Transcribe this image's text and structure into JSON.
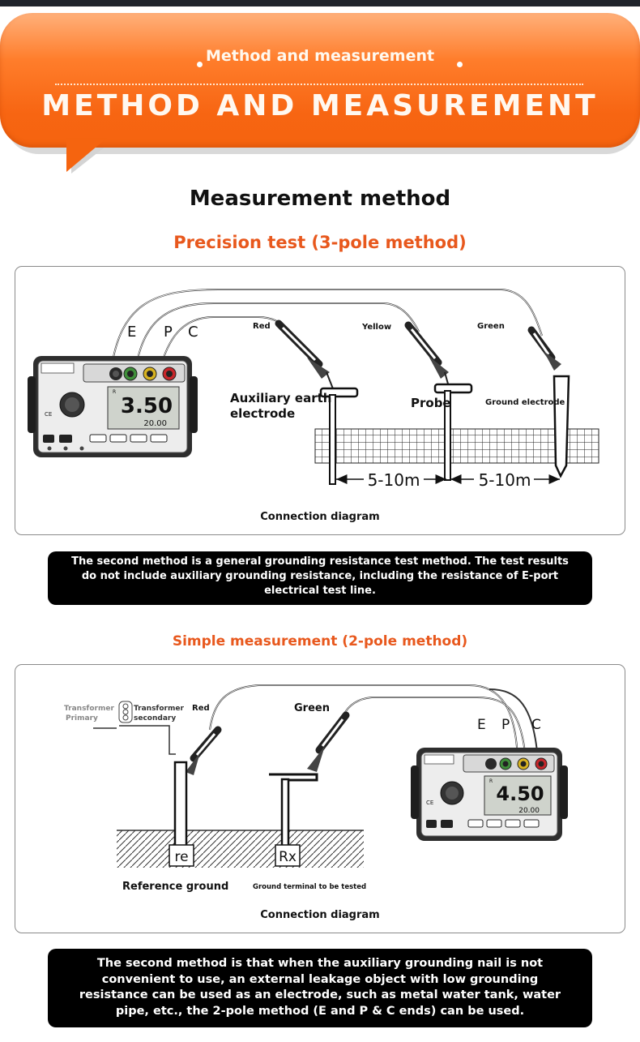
{
  "banner": {
    "subtitle": "Method and measurement",
    "title": "METHOD AND MEASUREMENT"
  },
  "heading": "Measurement method",
  "section1": {
    "title": "Precision test (3-pole method)",
    "terminals": {
      "e": "E",
      "p": "P",
      "c": "C"
    },
    "wires": {
      "red": "Red",
      "yellow": "Yellow",
      "green": "Green"
    },
    "aux_electrode": [
      "Auxiliary earth",
      "electrode"
    ],
    "probe": "Probe",
    "ground_electrode": "Ground electrode",
    "dist1": "5-10m",
    "dist2": "5-10m",
    "meter_reading": "3.50",
    "meter_sub": "20.00",
    "caption": "Connection diagram",
    "note": "The second method is a general grounding resistance test method. The test results do not include auxiliary grounding resistance, including the resistance of E-port electrical test line."
  },
  "section2": {
    "title": "Simple measurement (2-pole method)",
    "terminals": {
      "e": "E",
      "p": "P",
      "c": "C"
    },
    "transformer_primary": [
      "Transformer",
      "Primary"
    ],
    "transformer_secondary": [
      "Transformer",
      "secondary"
    ],
    "wires": {
      "red": "Red",
      "green": "Green"
    },
    "re_label": "re",
    "rx_label": "Rx",
    "reference_ground": "Reference ground",
    "ground_terminal": "Ground terminal to be tested",
    "meter_reading": "4.50",
    "meter_sub": "20.00",
    "caption": "Connection diagram",
    "note": "The second method is that when the auxiliary grounding nail is not convenient to use, an external leakage object with low grounding resistance can be used as an electrode, such as metal water tank, water pipe, etc., the 2-pole method (E and P & C ends) can be used."
  },
  "colors": {
    "accent_orange": "#f5640f",
    "subheading": "#e8581d",
    "terminal_black": "#2a2a2a",
    "terminal_green": "#3f8f3a",
    "terminal_yellow": "#d8b321",
    "terminal_red": "#c8262b"
  }
}
